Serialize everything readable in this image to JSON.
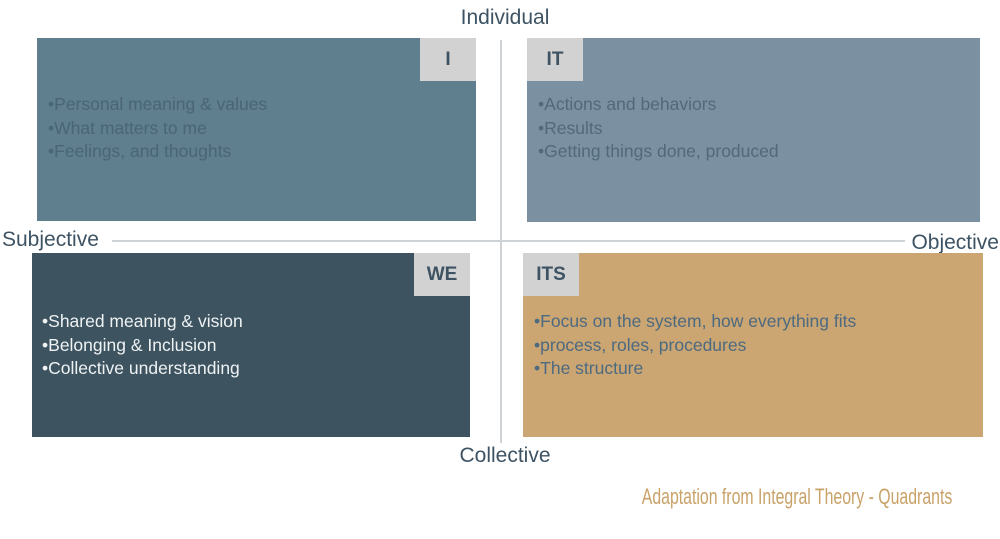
{
  "axes": {
    "top": "Individual",
    "bottom": "Collective",
    "left": "Subjective",
    "right": "Objective"
  },
  "quadrants": {
    "tl": {
      "tab": "I",
      "items": [
        "Personal meaning & values",
        "What matters to me",
        "Feelings, and thoughts"
      ]
    },
    "tr": {
      "tab": "IT",
      "items": [
        "Actions and behaviors",
        "Results",
        "Getting things done, produced"
      ]
    },
    "bl": {
      "tab": "WE",
      "items": [
        "Shared meaning & vision",
        "Belonging & Inclusion",
        "Collective understanding"
      ]
    },
    "br": {
      "tab": "ITS",
      "items": [
        "Focus on the system, how everything fits",
        "process, roles, procedures",
        "The structure"
      ]
    }
  },
  "caption": "Adaptation from Integral Theory - Quadrants",
  "colors": {
    "quadrant_tl_bg": "#5f7e8e",
    "quadrant_tr_bg": "#7b91a1",
    "quadrant_bl_bg": "#3d5360",
    "quadrant_br_bg": "#cba572",
    "tab_bg": "#d2d2d2",
    "tab_text": "#3d5363",
    "axis_text": "#3d5363",
    "axis_line": "#cdd2d6",
    "caption_text": "#c9a268",
    "tl_item_text": "#4a6573",
    "tr_item_text": "#52697b",
    "bl_item_text": "#eef2f3",
    "br_item_text": "#4c6a80"
  }
}
